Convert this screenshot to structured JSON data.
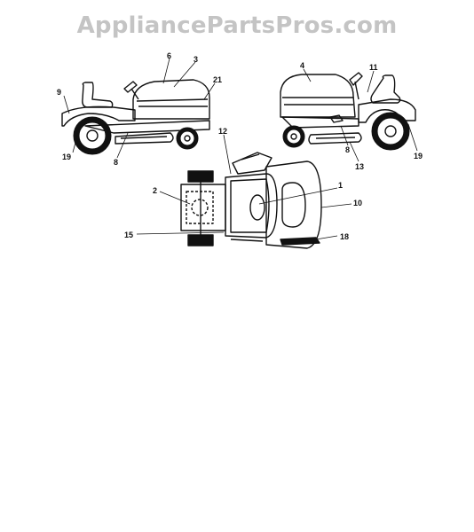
{
  "watermark": "AppliancePartsPros.com",
  "left_view": {
    "labels": [
      "9",
      "6",
      "3",
      "21",
      "19",
      "8"
    ]
  },
  "right_view": {
    "labels": [
      "4",
      "11",
      "8",
      "13",
      "19"
    ]
  },
  "top_view": {
    "labels": [
      "12",
      "2",
      "1",
      "10",
      "15",
      "18"
    ]
  }
}
